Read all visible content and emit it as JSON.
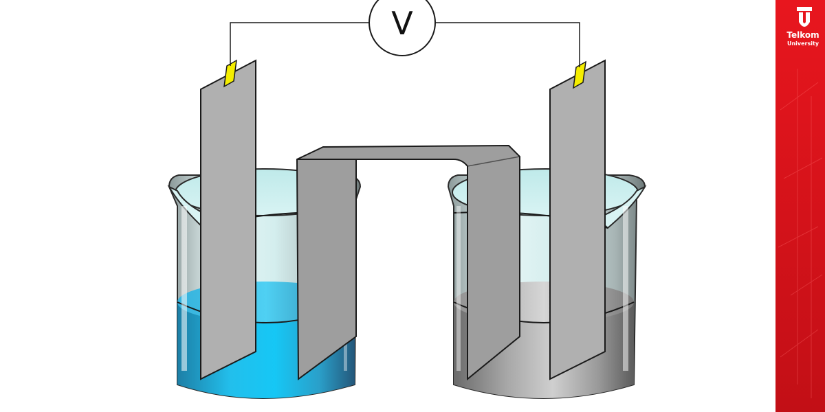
{
  "voltmeter": {
    "label": "V"
  },
  "branding": {
    "name": "Telkom",
    "subtitle": "University",
    "color": "#e3151c"
  },
  "colors": {
    "left_solution": "#1ec3ee",
    "right_solution": "#9a9a9a",
    "electrode": "#b0b0b0",
    "salt_bridge": "#9e9e9e",
    "terminal": "#f5ee00",
    "beaker_glass": "#c9ecec"
  },
  "icons": [
    "voltmeter-icon",
    "terminal-clip-icon",
    "telkom-logo-icon"
  ]
}
